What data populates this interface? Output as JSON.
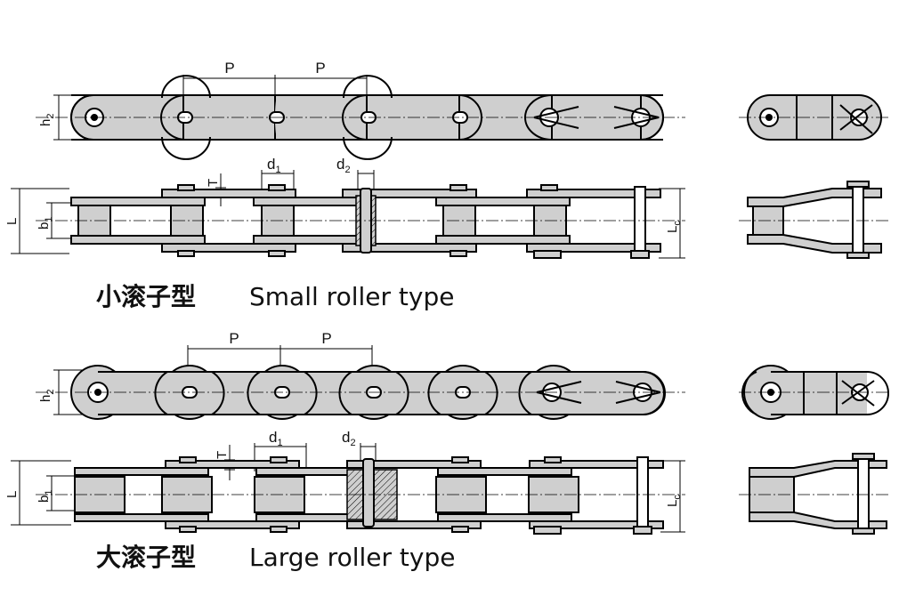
{
  "labels": {
    "pitch": "P",
    "h2_main": "h",
    "h2_sub": "2",
    "b1_main": "b",
    "b1_sub": "1",
    "L": "L",
    "Lc_main": "L",
    "Lc_sub": "c",
    "T": "T",
    "d1_main": "d",
    "d1_sub": "1",
    "d2_main": "d",
    "d2_sub": "2"
  },
  "sections": [
    {
      "title_cn": "小滚子型",
      "title_en": "Small roller type"
    },
    {
      "title_cn": "大滚子型",
      "title_en": "Large roller type"
    }
  ]
}
